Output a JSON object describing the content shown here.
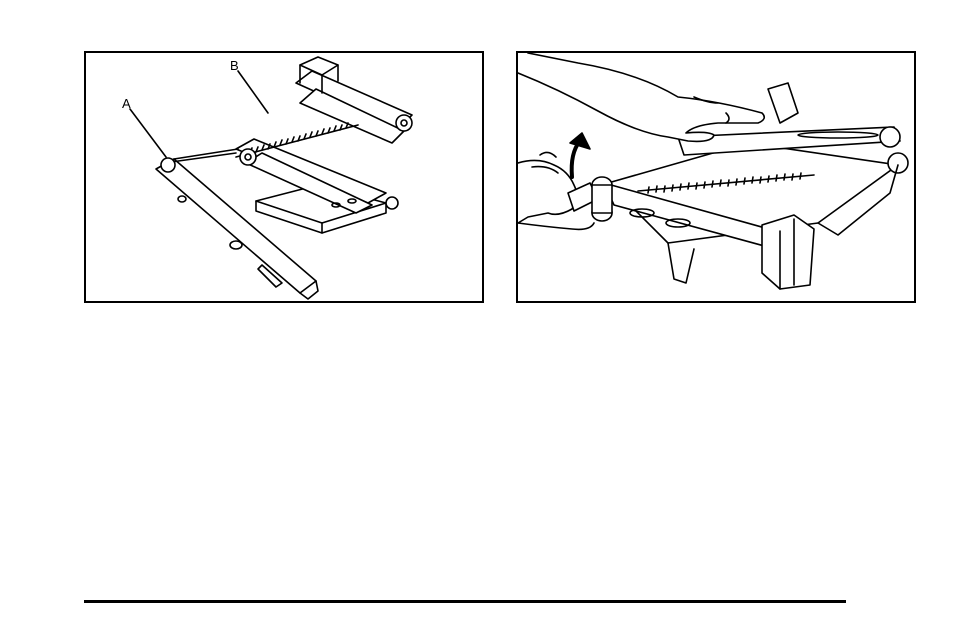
{
  "figures": [
    {
      "id": "jack-parts",
      "callouts": [
        {
          "label": "A",
          "part": "jack-handle-extension"
        },
        {
          "label": "B",
          "part": "scissor-jack"
        }
      ]
    },
    {
      "id": "jack-handle-turning",
      "callouts": []
    }
  ],
  "colors": {
    "line": "#000000",
    "rule": "#000000",
    "background": "#ffffff"
  }
}
